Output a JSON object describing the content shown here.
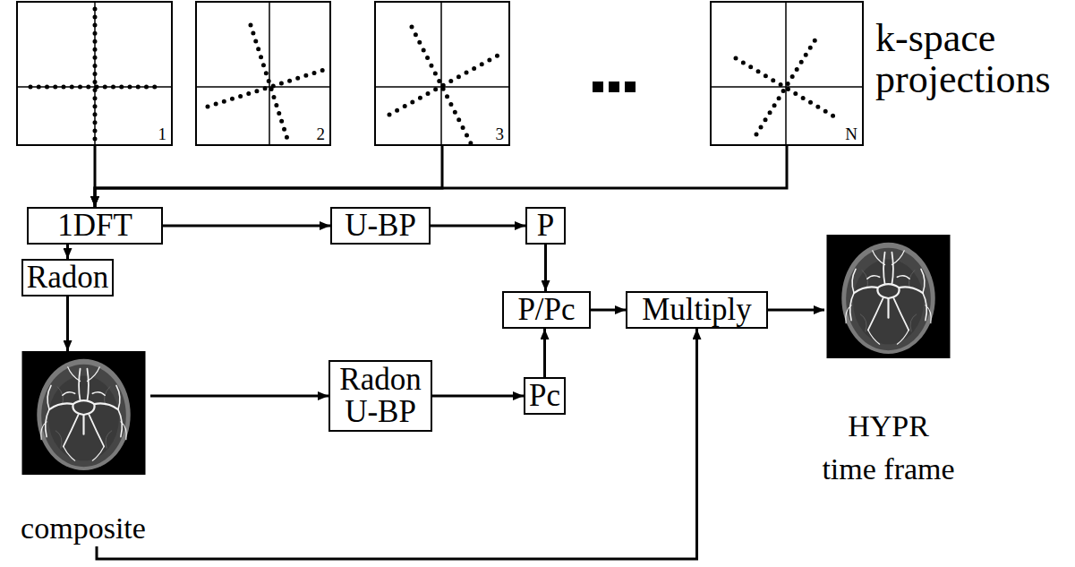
{
  "diagram": {
    "nodes": [
      {
        "text": [
          "1"
        ]
      },
      {
        "text": [
          "2"
        ]
      },
      {
        "text": [
          "3"
        ]
      },
      {
        "text": [
          "N"
        ]
      },
      {
        "text": [
          "1DFT"
        ]
      },
      {
        "text": [
          "U-BP"
        ]
      },
      {
        "text": [
          "P"
        ]
      },
      {
        "text": [
          "Radon"
        ]
      },
      {
        "text": [
          "P/Pc"
        ]
      },
      {
        "text": [
          "Multiply"
        ]
      },
      {
        "text": [
          "HYPR time frame"
        ]
      },
      {
        "text": [
          "composite"
        ]
      },
      {
        "text": [
          "Radon U-BP"
        ]
      },
      {
        "text": [
          "Pc"
        ]
      }
    ],
    "edges": [
      {
        "from": 0,
        "to": 4,
        "arrow": "to"
      },
      {
        "from": 2,
        "to": 4,
        "arrow": "to"
      },
      {
        "from": 3,
        "to": 4,
        "arrow": "to"
      },
      {
        "from": 4,
        "to": 5,
        "arrow": "to"
      },
      {
        "from": 4,
        "to": 7,
        "arrow": "to"
      },
      {
        "from": 7,
        "to": 11,
        "arrow": "to"
      },
      {
        "from": 5,
        "to": 6,
        "arrow": "to"
      },
      {
        "from": 6,
        "to": 8,
        "arrow": "to"
      },
      {
        "from": 11,
        "to": 12,
        "arrow": "to"
      },
      {
        "from": 12,
        "to": 13,
        "arrow": "to"
      },
      {
        "from": 13,
        "to": 8,
        "arrow": "to"
      },
      {
        "from": 8,
        "to": 9,
        "arrow": "to"
      },
      {
        "from": 11,
        "to": 9,
        "arrow": "to"
      },
      {
        "from": 9,
        "to": 10,
        "arrow": "to"
      }
    ],
    "labels": [
      "k-space projections"
    ]
  }
}
